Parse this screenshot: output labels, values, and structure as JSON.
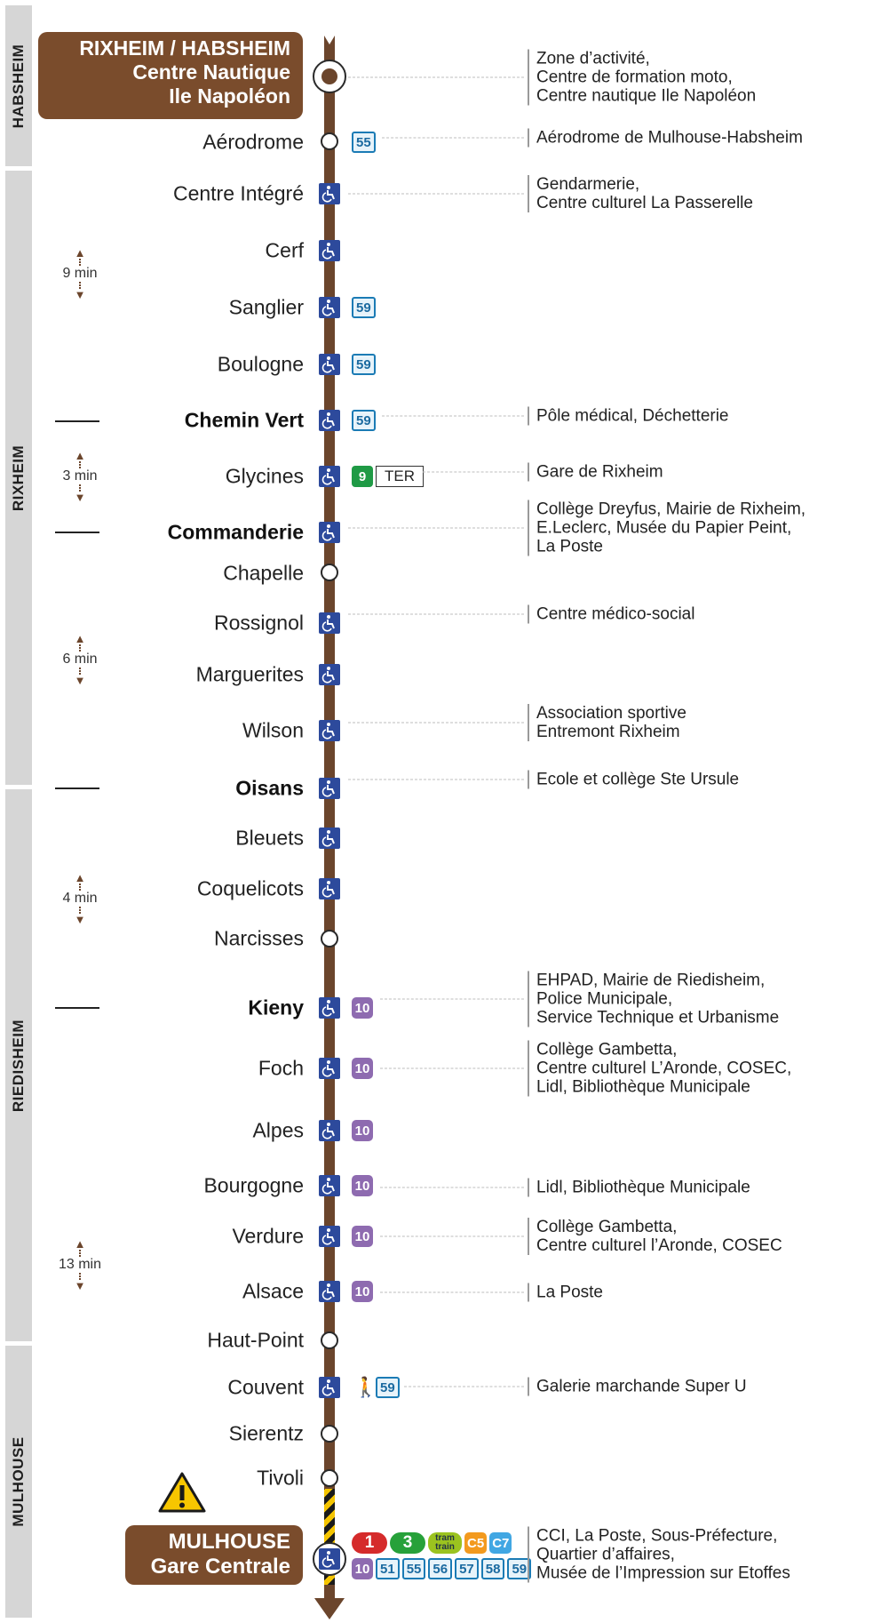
{
  "zones": [
    "HABSHEIM",
    "RIXHEIM",
    "RIEDISHEIM",
    "MULHOUSE"
  ],
  "terminal_top": {
    "line1": "RIXHEIM / HABSHEIM",
    "line2": "Centre Nautique",
    "line3": "Ile Napoléon"
  },
  "terminal_bottom": {
    "line1": "MULHOUSE",
    "line2": "Gare Centrale"
  },
  "stops": [
    {
      "name": "Aérodrome"
    },
    {
      "name": "Centre Intégré"
    },
    {
      "name": "Cerf"
    },
    {
      "name": "Sanglier"
    },
    {
      "name": "Boulogne"
    },
    {
      "name": "Chemin Vert"
    },
    {
      "name": "Glycines"
    },
    {
      "name": "Commanderie"
    },
    {
      "name": "Chapelle"
    },
    {
      "name": "Rossignol"
    },
    {
      "name": "Marguerites"
    },
    {
      "name": "Wilson"
    },
    {
      "name": "Oisans"
    },
    {
      "name": "Bleuets"
    },
    {
      "name": "Coquelicots"
    },
    {
      "name": "Narcisses"
    },
    {
      "name": "Kieny"
    },
    {
      "name": "Foch"
    },
    {
      "name": "Alpes"
    },
    {
      "name": "Bourgogne"
    },
    {
      "name": "Verdure"
    },
    {
      "name": "Alsace"
    },
    {
      "name": "Haut-Point"
    },
    {
      "name": "Couvent"
    },
    {
      "name": "Sierentz"
    },
    {
      "name": "Tivoli"
    }
  ],
  "badges": {
    "b55": "55",
    "b59": "59",
    "b9": "9",
    "ter": "TER",
    "b10": "10",
    "t1": "1",
    "t3": "3",
    "tt1": "tram",
    "tt2": "train",
    "c5": "C5",
    "c7": "C7",
    "b51": "51",
    "b56": "56",
    "b57": "57",
    "b58": "58"
  },
  "destinations": {
    "d0": [
      "Zone d’activité,",
      "Centre de formation moto,",
      "Centre nautique Ile Napoléon"
    ],
    "d1": [
      "Aérodrome de Mulhouse-Habsheim"
    ],
    "d2": [
      "Gendarmerie,",
      "Centre culturel La Passerelle"
    ],
    "d3": [
      "Pôle médical, Déchetterie"
    ],
    "d4": [
      "Gare de Rixheim"
    ],
    "d5": [
      "Collège Dreyfus, Mairie de Rixheim,",
      "E.Leclerc, Musée du Papier Peint,",
      "La Poste"
    ],
    "d6": [
      "Centre médico-social"
    ],
    "d7": [
      "Association sportive",
      "Entremont Rixheim"
    ],
    "d8": [
      "Ecole et collège Ste Ursule"
    ],
    "d9": [
      "EHPAD, Mairie de Riedisheim,",
      "Police Municipale,",
      "Service Technique et Urbanisme"
    ],
    "d10": [
      "Collège Gambetta,",
      "Centre culturel L’Aronde, COSEC,",
      "Lidl, Bibliothèque Municipale"
    ],
    "d11": [
      "Lidl, Bibliothèque Municipale"
    ],
    "d12": [
      "Collège Gambetta,",
      "Centre culturel l’Aronde, COSEC"
    ],
    "d13": [
      "La Poste"
    ],
    "d14": [
      "Galerie marchande Super U"
    ],
    "d15": [
      "CCI, La Poste, Sous-Préfecture,",
      "Quartier d’affaires,",
      "Musée de l’Impression sur Etoffes"
    ]
  },
  "intervals": [
    "9 min",
    "3 min",
    "6 min",
    "4 min",
    "13 min"
  ],
  "colors": {
    "line": "#6b452c",
    "terminal": "#7a4c2c",
    "accessible": "#2d4a9c",
    "zone_bg": "#d6d6d6"
  }
}
